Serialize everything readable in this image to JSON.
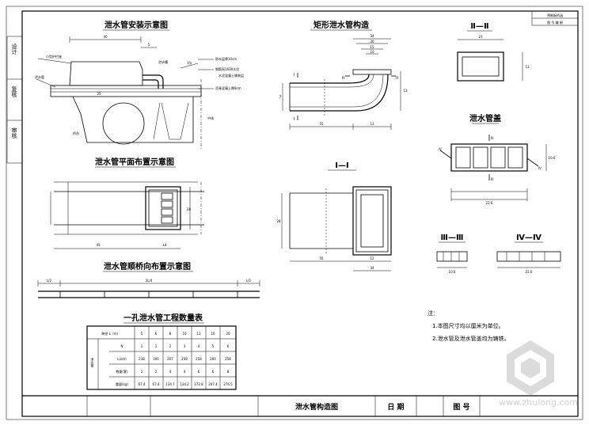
{
  "side_tabs": [
    "设计",
    "复核",
    "审核"
  ],
  "title_block_top": [
    "预制板桥涵",
    "图 号 编 制"
  ],
  "drawings": {
    "install_title": "泄水管安装示意图",
    "rect_title": "矩形泄水管构造",
    "sec2_title": "Ⅱ—Ⅱ",
    "grate_title": "泄水管盖",
    "plan_title": "泄水管平面布置示意图",
    "sec1_title": "Ⅰ—Ⅰ",
    "sec3_title": "Ⅲ—Ⅲ",
    "sec4_title": "Ⅳ—Ⅳ",
    "long_title": "泄水管顺桥向布置示意图",
    "table_title": "一孔泄水管工程数量表"
  },
  "install_labels": [
    "小型护栏座",
    "泄水管",
    "泄水槽",
    "桥面铺装",
    "防水层厚10cm",
    "钢筋网1600水泥",
    "水泥混凝土铺装层",
    "沥青混凝土厚8cm",
    "桥台",
    "中线",
    "1%"
  ],
  "dims": {
    "install_top": "40",
    "install_right": "5",
    "install_mid": "25",
    "rect_top_a": "34",
    "rect_top_b": "30",
    "rect_top_c": "15",
    "rect_top_d": "10",
    "rect_left": "7",
    "rect_right": "13",
    "rect_bot_a": "55",
    "rect_bot_b": "13",
    "sec2_top": "23",
    "sec2_right": "13",
    "plan_right": "28",
    "plan_bot": "45",
    "plan_bot_b": "L4",
    "sec1_left": "28",
    "sec1_bot_a": "55",
    "sec1_bot_b": "12",
    "sec1_bot_c": "34",
    "long_a": "L/2",
    "long_b": "2L/4",
    "long_c": "L/2",
    "grate_bot": "22.6",
    "sec3_bot": "10.6",
    "sec4_bot": "22.6",
    "grate_right": "10.6"
  },
  "section_marks": [
    "I",
    "I",
    "II",
    "II",
    "III",
    "III",
    "IV",
    "IV"
  ],
  "table": {
    "col_header_label": "跨径 L（m）",
    "spans": [
      "5",
      "6",
      "8",
      "10",
      "13",
      "16",
      "20"
    ],
    "row_group_label": "泄水管",
    "rows": [
      {
        "label": "N",
        "values": [
          "1",
          "1",
          "2",
          "3",
          "4",
          "5",
          "6"
        ]
      },
      {
        "label": "L(cm)",
        "values": [
          "238",
          "300",
          "267",
          "258",
          "258",
          "260",
          "258"
        ]
      },
      {
        "label": "数量(套)",
        "values": [
          "2",
          "2",
          "4",
          "4",
          "6",
          "6",
          "8"
        ]
      },
      {
        "label": "重量(kg)",
        "values": [
          "67.4",
          "67.4",
          "134.7",
          "134.2",
          "172.8",
          "207.4",
          "276.5"
        ]
      }
    ]
  },
  "notes_title": "注：",
  "notes": [
    "1.本图尺寸均以厘米为单位。",
    "2.泄水管及泄水管盖均为铸铁。"
  ],
  "title_block": {
    "drawing_name": "泄水管构造图",
    "date_label": "日 期",
    "number_label": "图 号"
  },
  "watermark": {
    "text": "www.zhulong.com"
  }
}
